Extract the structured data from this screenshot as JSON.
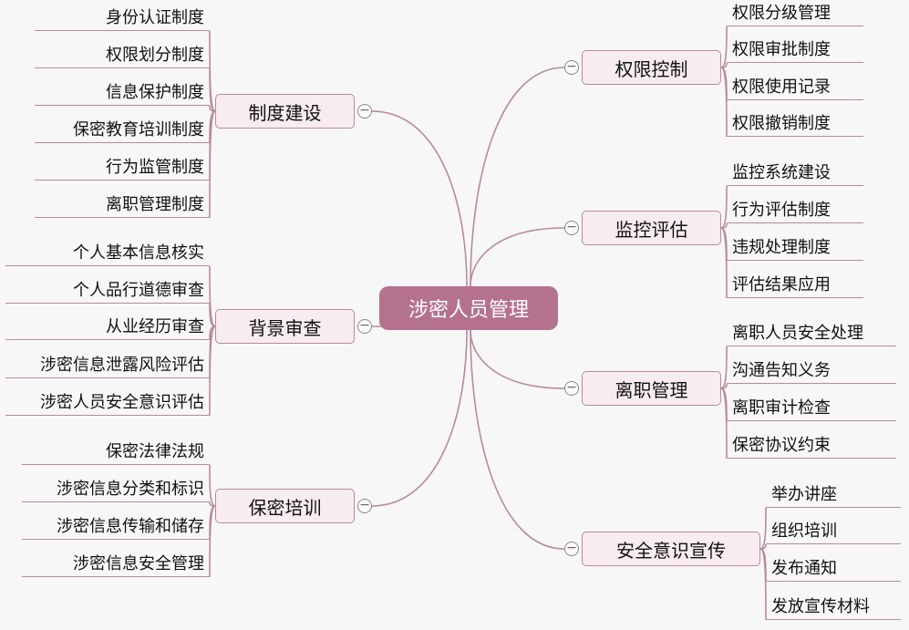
{
  "root": {
    "label": "涉密人员管理"
  },
  "branches": [
    {
      "label": "制度建设",
      "leaves": [
        "身份认证制度",
        "权限划分制度",
        "信息保护制度",
        "保密教育培训制度",
        "行为监管制度",
        "离职管理制度"
      ]
    },
    {
      "label": "背景审查",
      "leaves": [
        "个人基本信息核实",
        "个人品行道德审查",
        "从业经历审查",
        "涉密信息泄露风险评估",
        "涉密人员安全意识评估"
      ]
    },
    {
      "label": "保密培训",
      "leaves": [
        "保密法律法规",
        "涉密信息分类和标识",
        "涉密信息传输和储存",
        "涉密信息安全管理"
      ]
    },
    {
      "label": "权限控制",
      "leaves": [
        "权限分级管理",
        "权限审批制度",
        "权限使用记录",
        "权限撤销制度"
      ]
    },
    {
      "label": "监控评估",
      "leaves": [
        "监控系统建设",
        "行为评估制度",
        "违规处理制度",
        "评估结果应用"
      ]
    },
    {
      "label": "离职管理",
      "leaves": [
        "离职人员安全处理",
        "沟通告知义务",
        "离职审计检查",
        "保密协议约束"
      ]
    },
    {
      "label": "安全意识宣传",
      "leaves": [
        "举办讲座",
        "组织培训",
        "发布通知",
        "发放宣传材料"
      ]
    }
  ],
  "colors": {
    "root": "#b5728f",
    "branch_fill": "#f7ecf0",
    "line": "#b88a9d",
    "background": "#f7f7f7"
  },
  "icons": {
    "collapse": "minus-circle-icon"
  }
}
